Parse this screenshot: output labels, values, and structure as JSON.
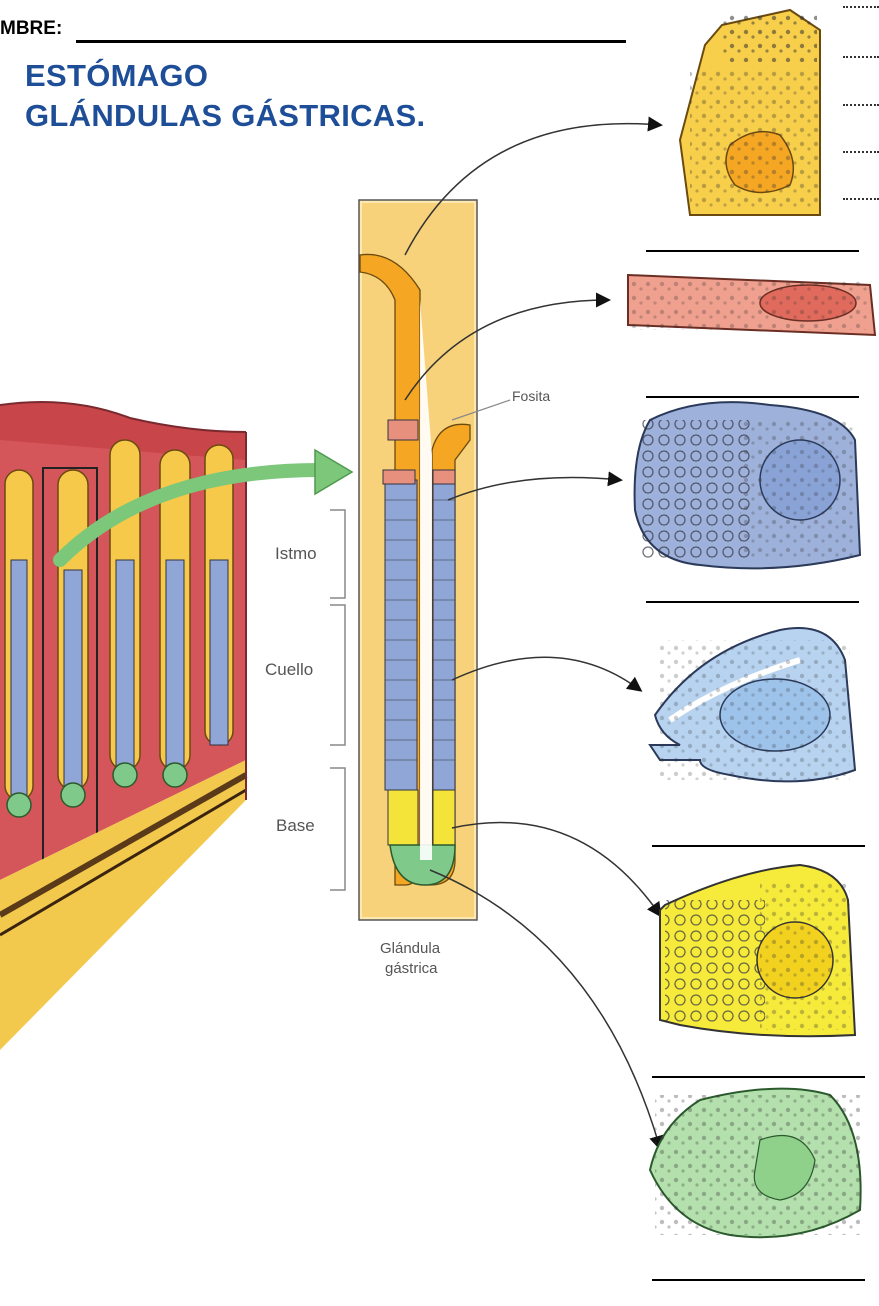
{
  "header": {
    "name_label": "MBRE:"
  },
  "titles": {
    "line1": "ESTÓMAGO",
    "line2": "GLÁNDULAS GÁSTRICAS."
  },
  "labels": {
    "fosita": "Fosita",
    "istmo": "Istmo",
    "cuello": "Cuello",
    "base": "Base",
    "glandula_1": "Glándula",
    "glandula_2": "gástrica"
  },
  "colors": {
    "title": "#1f4e99",
    "mucosa_red": "#c8454a",
    "gland_yellow": "#f7c94a",
    "surface_cell_orange": "#f5a623",
    "parietal_pink": "#e8907e",
    "neck_blue": "#8fa6d6",
    "mucous_neck_lightblue": "#a9cbe8",
    "chief_yellow": "#f4e43a",
    "enteroendocrine_green": "#9fd89a",
    "arrow_green": "#7cc77a"
  }
}
